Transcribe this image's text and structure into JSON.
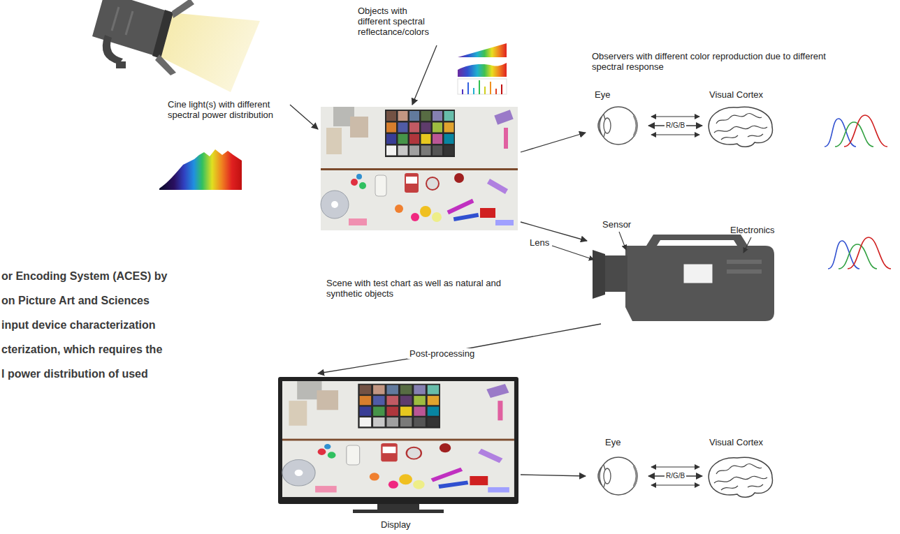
{
  "diagram": {
    "nodes": [
      {
        "text": [
          "Cine light(s) with different spectral power distribution"
        ]
      },
      {
        "text": [
          "Objects with different spectral reflectance/colors"
        ]
      },
      {
        "text": [
          "Scene with test chart as well as natural and synthetic objects"
        ]
      },
      {
        "text": [
          "Eye"
        ]
      },
      {
        "text": [
          "Visual Cortex"
        ]
      },
      {
        "text": [
          "Lens",
          "Sensor",
          "Electronics"
        ]
      },
      {
        "text": [
          "Display"
        ]
      },
      {
        "text": [
          "Eye"
        ]
      },
      {
        "text": [
          "Visual Cortex"
        ]
      }
    ],
    "edges": [
      {
        "from": 0,
        "to": 2,
        "arrow": "to"
      },
      {
        "from": 1,
        "to": 2,
        "arrow": "to"
      },
      {
        "from": 2,
        "to": 3,
        "arrow": "to"
      },
      {
        "from": 3,
        "to": 4,
        "label": "R/G/B",
        "arrow": "both"
      },
      {
        "from": 2,
        "to": 5,
        "arrow": "to"
      },
      {
        "from": 5,
        "to": 6,
        "label": "Post-processing",
        "arrow": "to"
      },
      {
        "from": 6,
        "to": 7,
        "arrow": "to"
      },
      {
        "from": 7,
        "to": 8,
        "label": "R/G/B",
        "arrow": "both"
      }
    ],
    "labels": [
      "Observers with different color reproduction due to different spectral response",
      "or Encoding System (ACES) by",
      "on Picture Art and Sciences",
      "input device characterization",
      "cterization, which requires the",
      "l power distribution of used"
    ]
  }
}
